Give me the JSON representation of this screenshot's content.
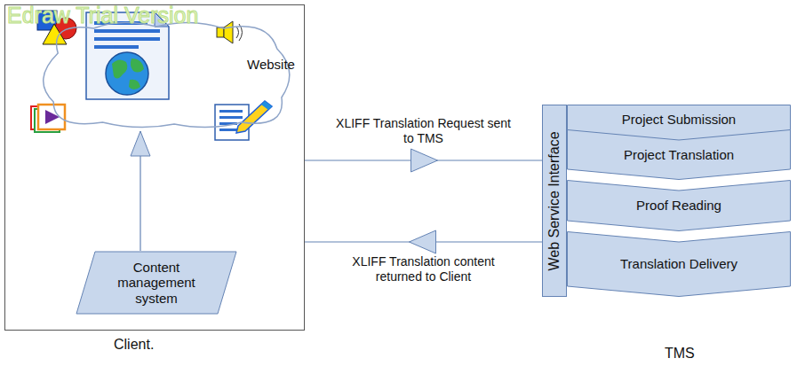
{
  "diagram": {
    "nodes": [
      {
        "text": [
          "Client."
        ]
      },
      {
        "text": [
          "Website"
        ],
        "in": 0
      },
      {
        "text": [
          "Content management system"
        ],
        "in": 0
      },
      {
        "text": [
          "Web Service Interface"
        ]
      },
      {
        "text": [
          "Project Submission"
        ]
      },
      {
        "text": [
          "Project Translation"
        ]
      },
      {
        "text": [
          "Proof Reading"
        ]
      },
      {
        "text": [
          "Translation Delivery"
        ]
      }
    ],
    "edges": [
      {
        "from": 2,
        "to": 1,
        "arrow": "to"
      },
      {
        "from": 0,
        "to": 3,
        "label": "XLIFF Translation Request sent to TMS",
        "arrow": "to"
      },
      {
        "from": 3,
        "to": 0,
        "label": "XLIFF Translation content returned to Client",
        "arrow": "to"
      }
    ],
    "labels": [
      "Edraw Trial Version",
      "TMS"
    ]
  }
}
